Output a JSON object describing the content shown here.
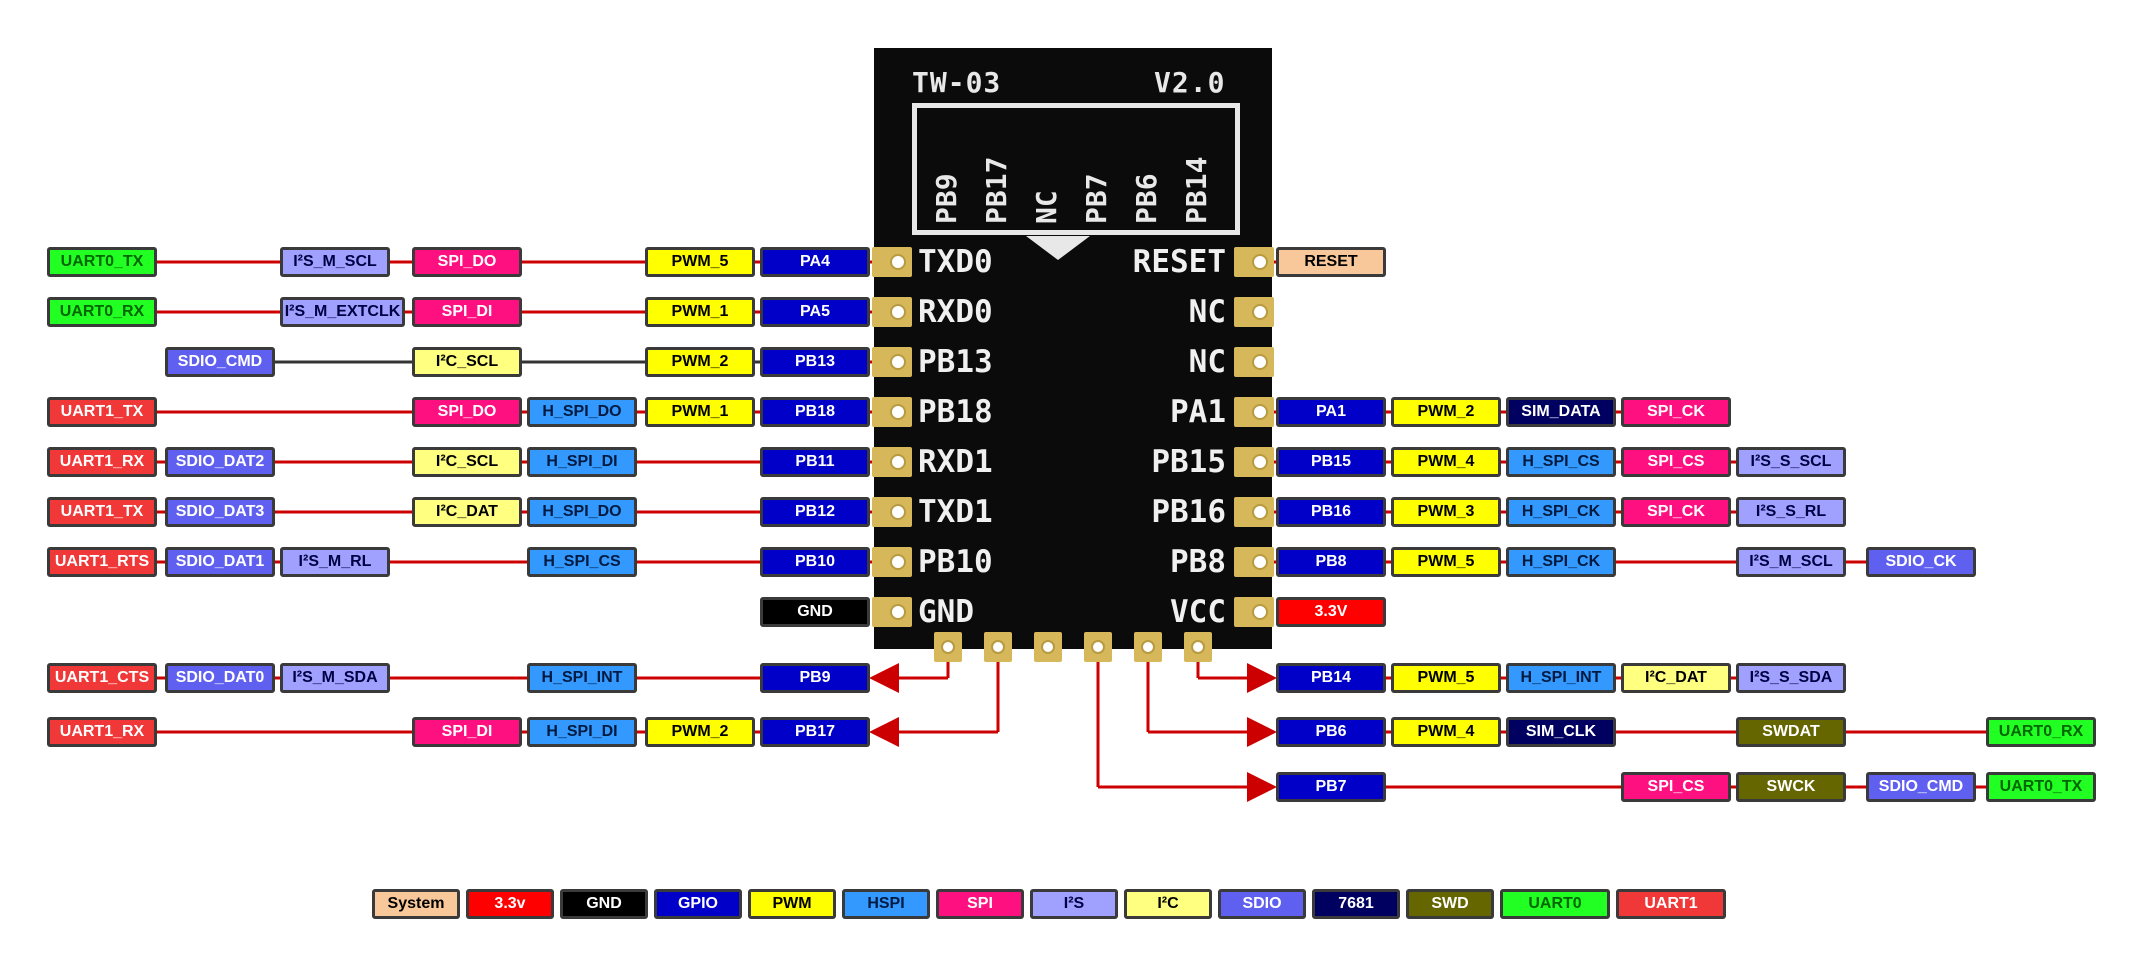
{
  "colors": {
    "System": "#f9c89a",
    "3.3v": "#ff0000",
    "GND": "#000000",
    "GPIO": "#0000c8",
    "PWM": "#ffff00",
    "HSPI": "#3399ff",
    "SPI": "#ff1080",
    "I2S": "#a0a0ff",
    "I2C": "#ffff80",
    "SDIO": "#6060f0",
    "7681": "#000060",
    "SWD": "#666600",
    "UART0": "#22ff22",
    "UART1": "#f03838"
  },
  "chip": {
    "model": "TW-03",
    "version": "V2.0",
    "antenna_pins": [
      "PB9",
      "PB17",
      "NC",
      "PB7",
      "PB6",
      "PB14"
    ],
    "left_pins": [
      "TXD0",
      "RXD0",
      "PB13",
      "PB18",
      "RXD1",
      "TXD1",
      "PB10",
      "GND"
    ],
    "right_pins": [
      "RESET",
      "NC",
      "NC",
      "PA1",
      "PB15",
      "PB16",
      "PB8",
      "VCC"
    ]
  },
  "left_rows": [
    [
      "UART0_TX:UART0",
      "I²S_M_SCL:I2S",
      "SPI_DO:SPI",
      "PWM_5:PWM",
      "PA4:GPIO"
    ],
    [
      "UART0_RX:UART0",
      "I²S_M_EXTCLK:I2S",
      "SPI_DI:SPI",
      "PWM_1:PWM",
      "PA5:GPIO"
    ],
    [
      "SDIO_CMD:SDIO",
      "I²C_SCL:I2C",
      "PWM_2:PWM",
      "PB13:GPIO"
    ],
    [
      "UART1_TX:UART1",
      "SPI_DO:SPI",
      "H_SPI_DO:HSPI",
      "PWM_1:PWM",
      "PB18:GPIO"
    ],
    [
      "UART1_RX:UART1",
      "SDIO_DAT2:SDIO",
      "I²C_SCL:I2C",
      "H_SPI_DI:HSPI",
      "PB11:GPIO"
    ],
    [
      "UART1_TX:UART1",
      "SDIO_DAT3:SDIO",
      "I²C_DAT:I2C",
      "H_SPI_DO:HSPI",
      "PB12:GPIO"
    ],
    [
      "UART1_RTS:UART1",
      "SDIO_DAT1:SDIO",
      "I²S_M_RL:I2S",
      "H_SPI_CS:HSPI",
      "PB10:GPIO"
    ],
    [
      "GND:GND"
    ],
    [
      "UART1_CTS:UART1",
      "SDIO_DAT0:SDIO",
      "I²S_M_SDA:I2S",
      "H_SPI_INT:HSPI",
      "PB9:GPIO"
    ],
    [
      "UART1_RX:UART1",
      "SPI_DI:SPI",
      "H_SPI_DI:HSPI",
      "PWM_2:PWM",
      "PB17:GPIO"
    ]
  ],
  "right_rows": [
    [
      "RESET:System"
    ],
    [],
    [],
    [
      "PA1:GPIO",
      "PWM_2:PWM",
      "SIM_DATA:7681",
      "SPI_CK:SPI"
    ],
    [
      "PB15:GPIO",
      "PWM_4:PWM",
      "H_SPI_CS:HSPI",
      "SPI_CS:SPI",
      "I²S_S_SCL:I2S"
    ],
    [
      "PB16:GPIO",
      "PWM_3:PWM",
      "H_SPI_CK:HSPI",
      "SPI_CK:SPI",
      "I²S_S_RL:I2S"
    ],
    [
      "PB8:GPIO",
      "PWM_5:PWM",
      "H_SPI_CK:HSPI",
      "I²S_M_SCL:I2S",
      "SDIO_CK:SDIO"
    ],
    [
      "3.3V:3.3v"
    ],
    [
      "PB14:GPIO",
      "PWM_5:PWM",
      "H_SPI_INT:HSPI",
      "I²C_DAT:I2C",
      "I²S_S_SDA:I2S"
    ],
    [
      "PB6:GPIO",
      "PWM_4:PWM",
      "SIM_CLK:7681",
      "SWDAT:SWD",
      "UART0_RX:UART0"
    ],
    [
      "PB7:GPIO",
      "SPI_CS:SPI",
      "SWCK:SWD",
      "SDIO_CMD:SDIO",
      "UART0_TX:UART0"
    ]
  ],
  "legend": [
    {
      "label": "System",
      "group": "System"
    },
    {
      "label": "3.3v",
      "group": "3.3v"
    },
    {
      "label": "GND",
      "group": "GND"
    },
    {
      "label": "GPIO",
      "group": "GPIO"
    },
    {
      "label": "PWM",
      "group": "PWM"
    },
    {
      "label": "HSPI",
      "group": "HSPI"
    },
    {
      "label": "SPI",
      "group": "SPI"
    },
    {
      "label": "I²S",
      "group": "I2S"
    },
    {
      "label": "I²C",
      "group": "I2C"
    },
    {
      "label": "SDIO",
      "group": "SDIO"
    },
    {
      "label": "7681",
      "group": "7681"
    },
    {
      "label": "SWD",
      "group": "SWD"
    },
    {
      "label": "UART0",
      "group": "UART0"
    },
    {
      "label": "UART1",
      "group": "UART1"
    }
  ]
}
